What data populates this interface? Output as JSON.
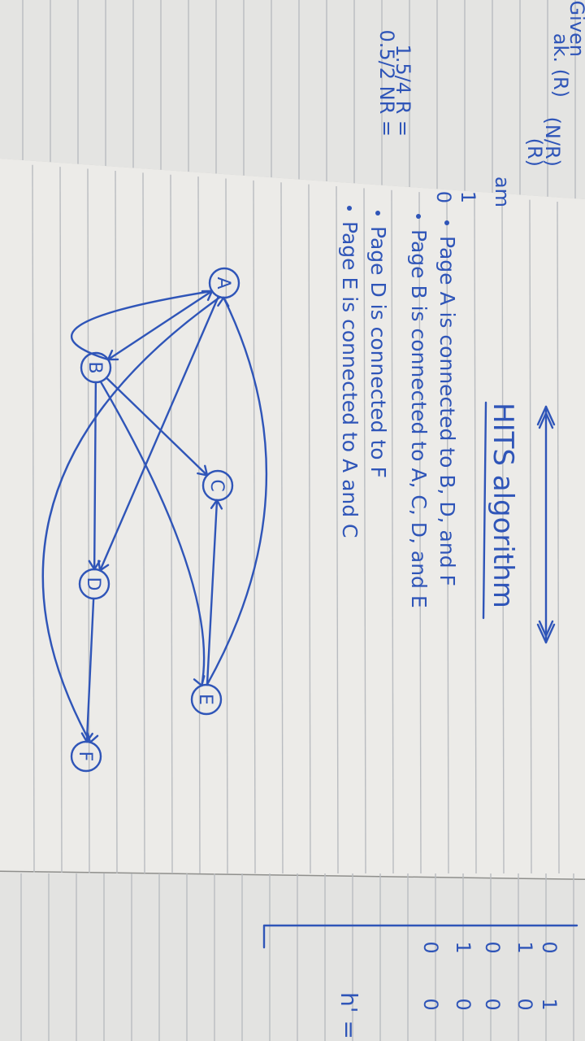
{
  "top_page": {
    "fragments": [
      "Given",
      "ak. (R)",
      "(N/R)",
      "(R)",
      "am",
      "1",
      "0",
      "1.5/4 R =",
      "0.5/2 NR ="
    ]
  },
  "main_page": {
    "title": "HITS algorithm",
    "bullets": [
      "Page A is connected to B, D, and F",
      "Page B is connected to A, C, D, and E",
      "Page D is connected to F",
      "Page E is connected to A and C"
    ],
    "graph": {
      "nodes": [
        {
          "id": "A",
          "label": "A"
        },
        {
          "id": "B",
          "label": "B"
        },
        {
          "id": "C",
          "label": "C"
        },
        {
          "id": "D",
          "label": "D"
        },
        {
          "id": "E",
          "label": "E"
        },
        {
          "id": "F",
          "label": "F"
        }
      ],
      "edges": [
        [
          "A",
          "B"
        ],
        [
          "A",
          "D"
        ],
        [
          "A",
          "F"
        ],
        [
          "B",
          "A"
        ],
        [
          "B",
          "C"
        ],
        [
          "B",
          "D"
        ],
        [
          "B",
          "E"
        ],
        [
          "D",
          "F"
        ],
        [
          "E",
          "A"
        ],
        [
          "E",
          "C"
        ]
      ]
    }
  },
  "bottom_page": {
    "equation": "h' = P.",
    "matrix_rows": [
      [
        "0",
        "1"
      ],
      [
        "1",
        "0"
      ],
      [
        "0",
        "0"
      ],
      [
        "1",
        "0"
      ],
      [
        "0",
        "0"
      ]
    ]
  }
}
